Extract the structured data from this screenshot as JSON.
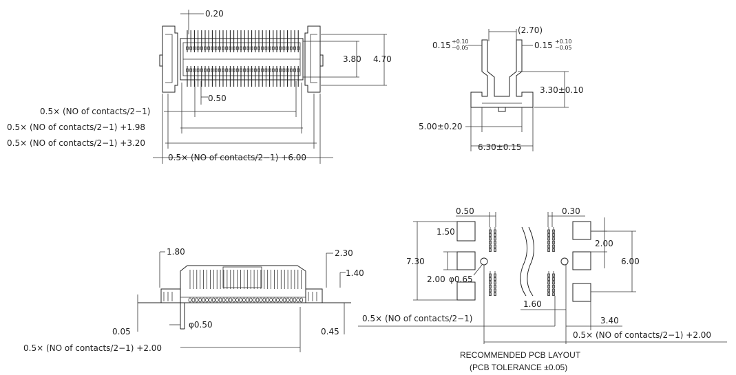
{
  "top_view": {
    "d_020": "0.20",
    "d_380": "3.80",
    "d_470": "4.70",
    "d_050": "0.50",
    "f1": "0.5× (NO of contacts/2−1)",
    "f2": "0.5× (NO of contacts/2−1) +1.98",
    "f3": "0.5× (NO of contacts/2−1) +3.20",
    "f4": "0.5× (NO of contacts/2−1) +6.00"
  },
  "side_view": {
    "d_270": "(2.70)",
    "d_015_left": "0.15",
    "d_015_right": "0.15",
    "tol_plus": "+0.10",
    "tol_minus": "−0.05",
    "d_330": "3.30±0.10",
    "d_500": "5.00±0.20",
    "d_630": "6.30±0.15"
  },
  "front_view": {
    "d_180": "1.80",
    "d_230": "2.30",
    "d_140": "1.40",
    "d_005": "0.05",
    "d_phi050": "φ0.50",
    "d_045": "0.45",
    "f5": "0.5× (NO of contacts/2−1) +2.00"
  },
  "pcb_layout": {
    "d_050": "0.50",
    "d_030": "0.30",
    "d_150": "1.50",
    "d_730": "7.30",
    "d_200_left": "2.00",
    "d_phi065": "φ0.65",
    "d_200_right": "2.00",
    "d_600": "6.00",
    "d_160": "1.60",
    "d_340": "3.40",
    "f6": "0.5× (NO of contacts/2−1)",
    "f7": "0.5× (NO of contacts/2−1) +2.00",
    "caption1": "RECOMMENDED PCB LAYOUT",
    "caption2": "(PCB TOLERANCE ±0.05)"
  }
}
